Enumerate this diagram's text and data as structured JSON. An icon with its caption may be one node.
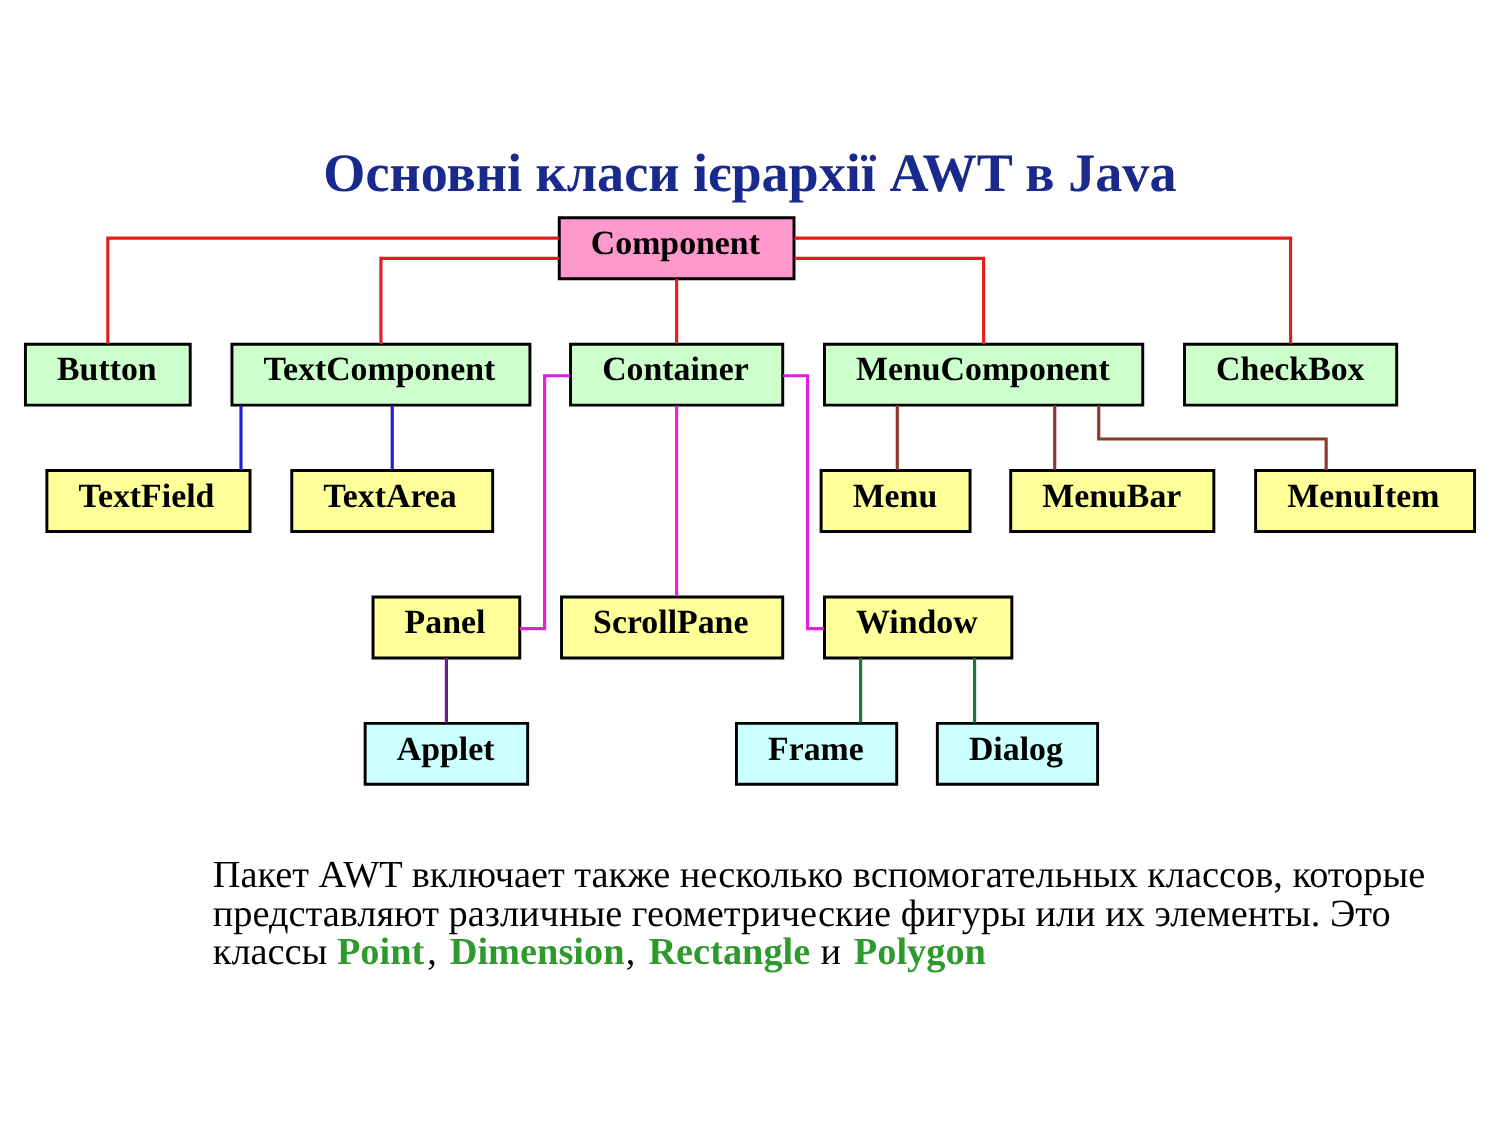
{
  "diagram": {
    "title": "Основні класи ієрархії AWT в Java",
    "nodes": [
      {
        "text": [
          "Component"
        ]
      },
      {
        "text": [
          "Button"
        ]
      },
      {
        "text": [
          "TextComponent"
        ]
      },
      {
        "text": [
          "Container"
        ]
      },
      {
        "text": [
          "MenuComponent"
        ]
      },
      {
        "text": [
          "CheckBox"
        ]
      },
      {
        "text": [
          "TextField"
        ]
      },
      {
        "text": [
          "TextArea"
        ]
      },
      {
        "text": [
          "Menu"
        ]
      },
      {
        "text": [
          "MenuBar"
        ]
      },
      {
        "text": [
          "MenuItem"
        ]
      },
      {
        "text": [
          "Panel"
        ]
      },
      {
        "text": [
          "ScrollPane"
        ]
      },
      {
        "text": [
          "Window"
        ]
      },
      {
        "text": [
          "Applet"
        ]
      },
      {
        "text": [
          "Frame"
        ]
      },
      {
        "text": [
          "Dialog"
        ]
      }
    ],
    "edges": [
      {
        "from": 0,
        "to": 1,
        "arrow": "none"
      },
      {
        "from": 0,
        "to": 2,
        "arrow": "none"
      },
      {
        "from": 0,
        "to": 3,
        "arrow": "none"
      },
      {
        "from": 0,
        "to": 4,
        "arrow": "none"
      },
      {
        "from": 0,
        "to": 5,
        "arrow": "none"
      },
      {
        "from": 2,
        "to": 6,
        "arrow": "none",
        "color": "#1f1fd0"
      },
      {
        "from": 2,
        "to": 7,
        "arrow": "none",
        "color": "#1f1fd0"
      },
      {
        "from": 4,
        "to": 8,
        "arrow": "none",
        "color": "#8b3a2a"
      },
      {
        "from": 4,
        "to": 9,
        "arrow": "none",
        "color": "#8b3a2a"
      },
      {
        "from": 4,
        "to": 10,
        "arrow": "none",
        "color": "#8b3a2a"
      },
      {
        "from": 3,
        "to": 11,
        "arrow": "none",
        "color": "#e020e0"
      },
      {
        "from": 3,
        "to": 12,
        "arrow": "none",
        "color": "#e020e0"
      },
      {
        "from": 3,
        "to": 13,
        "arrow": "none",
        "color": "#e020e0"
      },
      {
        "from": 11,
        "to": 14,
        "arrow": "none",
        "color": "#6a1a8a"
      },
      {
        "from": 13,
        "to": 15,
        "arrow": "none",
        "color": "#1e7a2e"
      },
      {
        "from": 13,
        "to": 16,
        "arrow": "none",
        "color": "#1e7a2e"
      }
    ],
    "labels": [
      "Пакет AWT включает также несколько вспомогательных классов, которые представляют различные геометрические фигуры или их элементы. Это классы **Point**, **Dimension**, **Rectangle** и **Polygon**"
    ]
  }
}
